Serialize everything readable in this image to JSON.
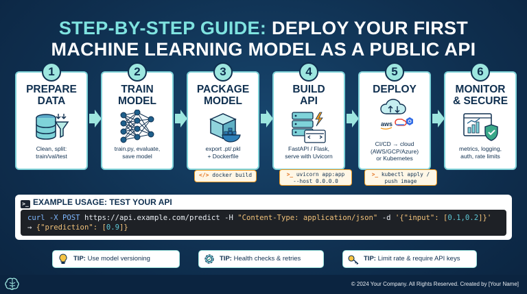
{
  "title": {
    "highlight": "STEP-BY-STEP GUIDE:",
    "line1_rest": "DEPLOY YOUR FIRST",
    "line2": "MACHINE LEARNING MODEL AS A PUBLIC API"
  },
  "steps": [
    {
      "number": "1",
      "title_l1": "PREPARE",
      "title_l2": "DATA",
      "icon": "database-funnel-icon",
      "desc_l1": "Clean, split:",
      "desc_l2": "train/val/test"
    },
    {
      "number": "2",
      "title_l1": "TRAIN",
      "title_l2": "MODEL",
      "icon": "neural-network-icon",
      "desc_l1": "train.py, evaluate,",
      "desc_l2": "save model"
    },
    {
      "number": "3",
      "title_l1": "PACKAGE",
      "title_l2": "MODEL",
      "icon": "docker-package-icon",
      "desc_l1": "export .pt/.pkl",
      "desc_l2": "+ Dockerfile"
    },
    {
      "number": "4",
      "title_l1": "BUILD",
      "title_l2": "API",
      "icon": "api-server-icon",
      "desc_l1": "FastAPI / Flask,",
      "desc_l2": "serve with Uvicorn"
    },
    {
      "number": "5",
      "title_l1": "DEPLOY",
      "title_l2": "",
      "icon": "cloud-deploy-icon",
      "desc_l1": "CI/CD → cloud",
      "desc_l2": "(AWS/GCP/Azure)",
      "desc_l3": "or Kubernetes"
    },
    {
      "number": "6",
      "title_l1": "MONITOR",
      "title_l2": "& SECURE",
      "icon": "dashboard-shield-icon",
      "desc_l1": "metrics, logging,",
      "desc_l2": "auth, rate limits"
    }
  ],
  "commands": {
    "package": {
      "prefix": "</>",
      "text": "docker build"
    },
    "api": {
      "prefix": ">_",
      "l1": "uvicorn app:app",
      "l2": "--host 0.0.0.0"
    },
    "deploy": {
      "prefix": ">_",
      "l1": "kubectl apply /",
      "l2": "push image"
    }
  },
  "aws_label": "aws",
  "usage": {
    "icon": "terminal-icon",
    "title": "EXAMPLE USAGE: TEST YOUR API",
    "cmd_curl": "curl",
    "cmd_flag1": "-X POST",
    "cmd_url": "https://api.example.com/predict",
    "cmd_flag2": "-H",
    "cmd_header": "\"Content-Type: application/json\"",
    "cmd_flag3": "-d",
    "cmd_body_open": "'{\"input\": [",
    "cmd_body_vals": "0.1,0.2",
    "cmd_body_close": "]}'",
    "resp_arrow": "→",
    "resp_open": "{\"prediction\": [",
    "resp_val": "0.9",
    "resp_close": "]}"
  },
  "tips": [
    {
      "icon": "lightbulb-icon",
      "label": "TIP:",
      "text": "Use model versioning"
    },
    {
      "icon": "gear-check-icon",
      "label": "TIP:",
      "text": "Health checks & retries"
    },
    {
      "icon": "key-icon",
      "label": "TIP:",
      "text": "Limit rate & require API keys"
    }
  ],
  "footer": "© 2024 Your Company. All Rights Reserved. Created by [Your Name]",
  "colors": {
    "background": "#0f2f4f",
    "accent": "#7fe3e0",
    "command_border": "#f39a1f",
    "code_bg": "#1e2126"
  }
}
